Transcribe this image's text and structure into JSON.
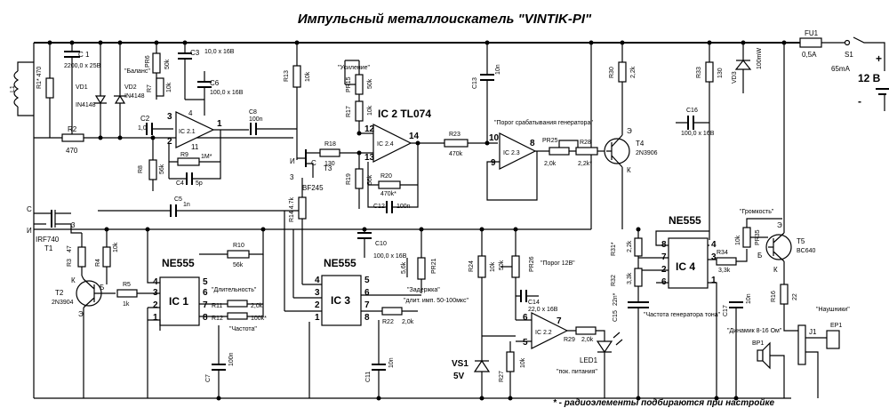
{
  "title": "Импульсный металлоискатель \"VINTIK-PI\"",
  "footnote": "* - радиоэлементы подбираются при настройке",
  "power": {
    "fuse": "FU1",
    "fuse_val": "0,5A",
    "switch": "S1",
    "current": "65mA",
    "voltage": "12 В",
    "plus": "+",
    "minus": "-"
  },
  "labels": {
    "C1": "C 1",
    "C1v": "2200,0 x 25В",
    "R1": "R1* 470",
    "L1": "L1",
    "VD1": "VD1",
    "VD1t": "IN4148",
    "VD2": "VD2",
    "VD2t": "IN4148",
    "R2": "R2",
    "R2v": "470",
    "C2": "C2",
    "C2v": "1,0",
    "R8": "R8",
    "R8v": "56k",
    "PR6": "PR6",
    "PR6v": "50k",
    "balans": "\"Баланс\"",
    "R7": "R7",
    "R7v": "10k",
    "C3": "C3",
    "C3v": "10,0 x 16В",
    "C6": "C6",
    "C6v": "100,0 x 16В",
    "R9": "R9",
    "R9v": "1М*",
    "C4": "C4",
    "C4v": "5p",
    "IC21": "IC 2.1",
    "C8": "C8",
    "C8v": "100n",
    "R13": "R13",
    "R13v": "10k",
    "usil": "\"Усиление\"",
    "PR15": "PR15",
    "PR15v": "50k",
    "R17": "R17",
    "R17v": "10k",
    "IC2": "IC 2 TL074",
    "R18": "R18",
    "R18v": "130",
    "T3": "T3",
    "T3t": "BF245",
    "R19": "R19",
    "R19v": "56k",
    "IC24": "IC 2.4",
    "R20": "R20",
    "R20v": "470k*",
    "C12": "C12",
    "C12v": "100n",
    "R23": "R23",
    "R23v": "470k",
    "C13": "C13",
    "C13v": "10n",
    "porog_gen": "\"Порог срабатывания генератора\"",
    "PR25": "PR25",
    "PR25v": "2,0k",
    "IC23": "IC 2.3",
    "R28": "R28",
    "R28v": "2,2k*",
    "T4": "T4",
    "T4t": "2N3906",
    "R30": "R30",
    "R30v": "2,2k",
    "R33": "R33",
    "R33v": "130",
    "VD3": "VD3",
    "VD3v": "100mW",
    "C16": "C16",
    "C16v": "100,0 x 16В",
    "T1": "T1",
    "T1t": "IRF740",
    "C5": "C5",
    "C5v": "1n",
    "R3": "R3",
    "R3v": "47",
    "R4": "R4",
    "R4v": "10k",
    "T2": "T2",
    "T2t": "2N3904",
    "R5": "R5",
    "R5v": "1k",
    "NE555a": "NE555",
    "IC1": "IC 1",
    "R10": "R10",
    "R10v": "56k",
    "dlit": "\"Длительность\"",
    "R11": "R11",
    "R11v": "2,0k",
    "R12": "R12",
    "R12v": "100k*",
    "chast": "\"Частота\"",
    "C7": "C7",
    "C7v": "100n",
    "R14": "R14 4.7k",
    "C10": "C10",
    "C10v": "100,0 x 16В",
    "NE555b": "NE555",
    "IC3": "IC 3",
    "PR21": "PR21",
    "PR21v": "5,6k",
    "zad": "\"Задержка\"",
    "zadt": "\"длит. имп. 50-100мкс\"",
    "R22": "R22",
    "R22v": "2,0k",
    "C11": "C11",
    "C11v": "10n",
    "R24": "R24",
    "R24v": "10k",
    "PR26": "PR26",
    "PR26v": "50k",
    "porog12": "\"Порог 12В\"",
    "C14": "C14",
    "C14v": "22,0 x 16В",
    "IC22": "IC 2.2",
    "R29": "R29",
    "R29v": "2,0k",
    "LED1": "LED1",
    "pokaz": "\"пок. питания\"",
    "VS1": "VS1",
    "VS1v": "5V",
    "R27": "R27",
    "R27v": "10k",
    "NE555c": "NE555",
    "IC4": "IC 4",
    "R31": "R31*",
    "R31v": "2,2k",
    "R32": "R32",
    "R32v": "3,3k",
    "C15": "C15",
    "C15v": "22n*",
    "chgen": "\"Частота генератора тона\"",
    "R34": "R34",
    "R34v": "3,3k",
    "C17": "C17",
    "C17v": "10n",
    "grom": "\"Громкость\"",
    "PR35": "PR35",
    "PR35v": "10k",
    "T5": "T5",
    "T5t": "BC640",
    "R16": "R16",
    "R16v": "22",
    "dinamik": "\"Динамик 8-16 Ом\"",
    "BP1": "BP1",
    "naush": "\"Наушники\"",
    "J1": "J1",
    "EP1": "EP1"
  }
}
